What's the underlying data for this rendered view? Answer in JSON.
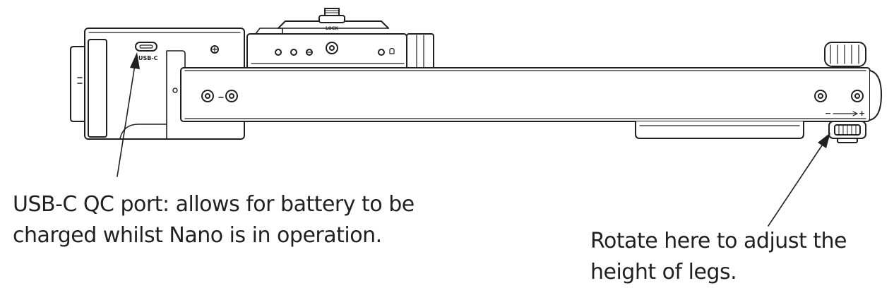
{
  "colors": {
    "line": "#231f20",
    "fill": "#ffffff"
  },
  "device": {
    "port_label": "USB-C",
    "lock_label": "LOCK",
    "adjust_minus": "−",
    "adjust_plus": "+"
  },
  "callouts": {
    "usb": {
      "line1": "USB-C QC port: allows for battery to be",
      "line2": "charged whilst Nano is in operation."
    },
    "rotate": {
      "line1": "Rotate here to adjust the",
      "line2": "height of legs."
    }
  }
}
